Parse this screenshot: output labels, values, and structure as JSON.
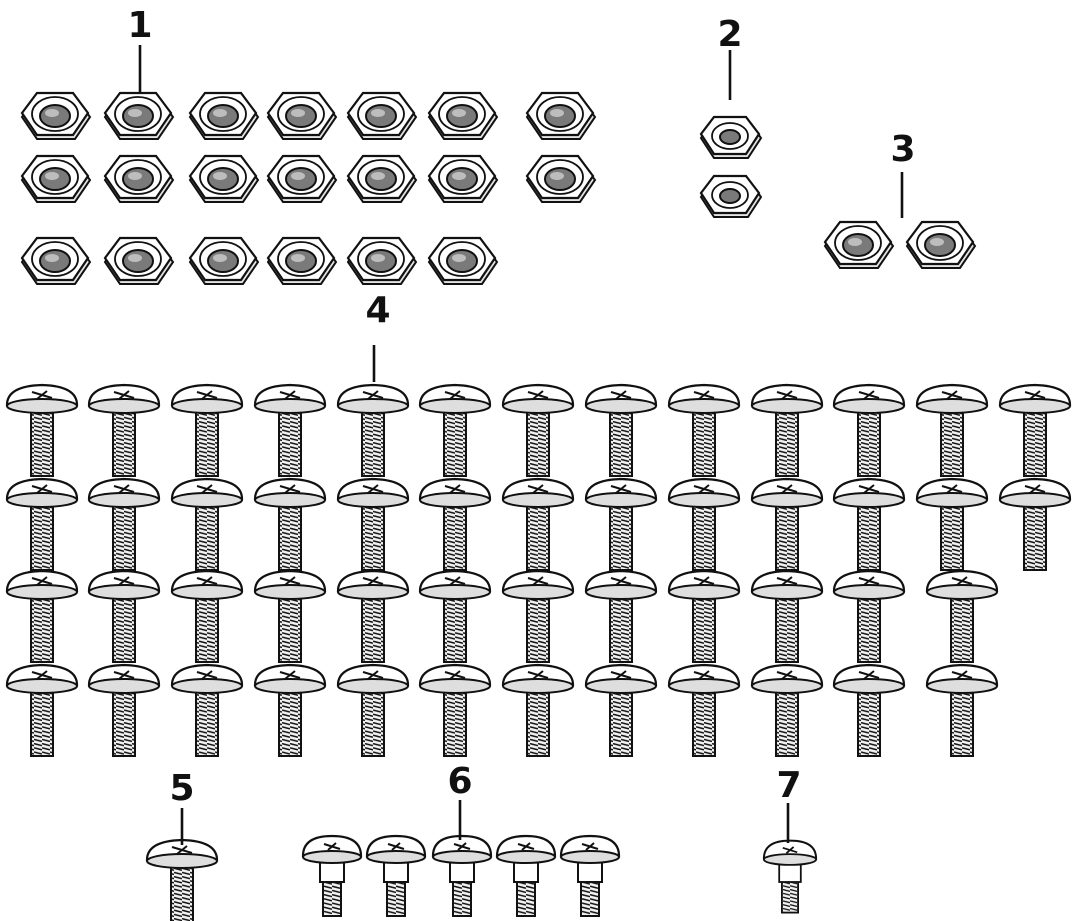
{
  "callouts": [
    {
      "id": "1",
      "label": "1",
      "part": "hex-nut-large",
      "count": 20
    },
    {
      "id": "2",
      "label": "2",
      "part": "hex-nut-small",
      "count": 2
    },
    {
      "id": "3",
      "label": "3",
      "part": "hex-nut-large",
      "count": 2
    },
    {
      "id": "4",
      "label": "4",
      "part": "pan-head-screw-long",
      "count": 50
    },
    {
      "id": "5",
      "label": "5",
      "part": "pan-head-screw-long",
      "count": 1
    },
    {
      "id": "6",
      "label": "6",
      "part": "shoulder-screw",
      "count": 5
    },
    {
      "id": "7",
      "label": "7",
      "part": "shoulder-screw-small",
      "count": 1
    }
  ],
  "colors": {
    "line": "#111111",
    "fill": "#ffffff",
    "shade": "#dcdcdc",
    "hole": "#777777"
  }
}
